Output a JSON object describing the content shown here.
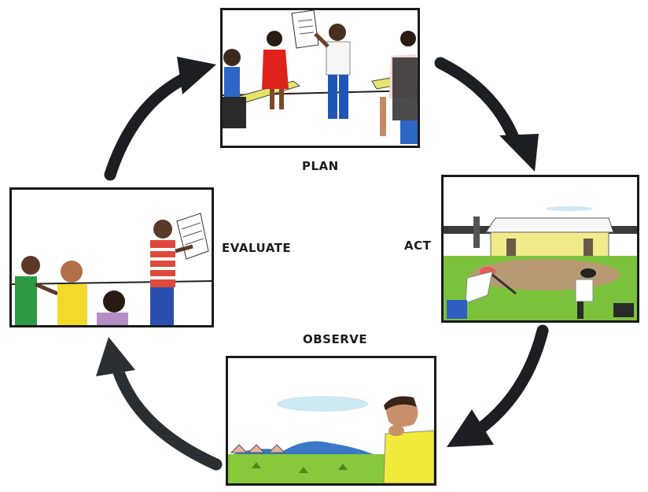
{
  "stages": {
    "plan": {
      "label": "PLAN"
    },
    "act": {
      "label": "ACT"
    },
    "observe": {
      "label": "OBSERVE"
    },
    "evaluate": {
      "label": "EVALUATE"
    }
  },
  "colors": {
    "arrow": "#1b1e22",
    "frame": "#1a1a1a",
    "grass": "#7ec63a",
    "sky": "#cde9f2",
    "building": "#f2eb8c"
  },
  "icons": [
    "cycle-arrow-icon"
  ]
}
